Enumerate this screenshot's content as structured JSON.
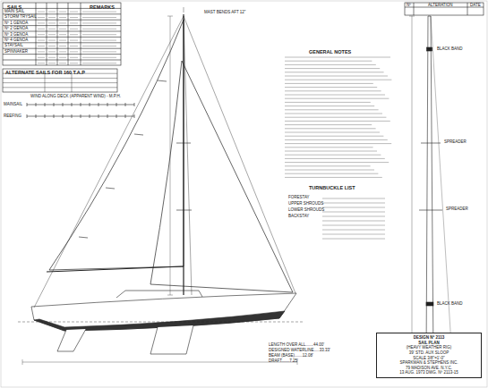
{
  "diagram": {
    "nodes": [
      {
        "text": [
          "DESIGN Nº 2113",
          "SAIL PLAN",
          "(HEAVY WEATHER RIG)",
          "39' STD. AUX SLOOP",
          "SCALE 3/8\"=1'-0\"",
          "SPARKMAN & STEPHENS INC.",
          "79 MADISON AVE. N.Y.C.",
          "13 AUG. 1973 DWG. Nº 2113-15"
        ]
      }
    ],
    "labels": [
      "SAILS",
      "REMARKS",
      "MAIN SAIL",
      "STORM TRYSAIL",
      "Nº 1 GENOA",
      "Nº 2 GENOA",
      "Nº 3 GENOA",
      "Nº 4 GENOA",
      "STAYSAIL",
      "SPINNAKER",
      "ALTERNATE SAILS FOR 160 T.A.P",
      "WIND ALONG DECK (APPARENT WIND) - M.P.H.",
      "MAINSAIL",
      "REEFING",
      "GENERAL NOTES",
      "TURNBUCKLE LIST",
      "FORESTAY",
      "UPPER SHROUDS",
      "LOWER SHROUDS",
      "BACKSTAY",
      "MAST BENDS AFT 12\"",
      "LENGTH OVER ALL.......44.00'",
      "DESIGNED WATERLINE.....33.33'",
      "BEAM (BASE).......12.08'",
      "DRAFT.......7.25'",
      "BLACK BAND",
      "BLACK BAND",
      "SPREADER",
      "SPREADER",
      "Nº",
      "ALTERATION",
      "DATE"
    ]
  }
}
